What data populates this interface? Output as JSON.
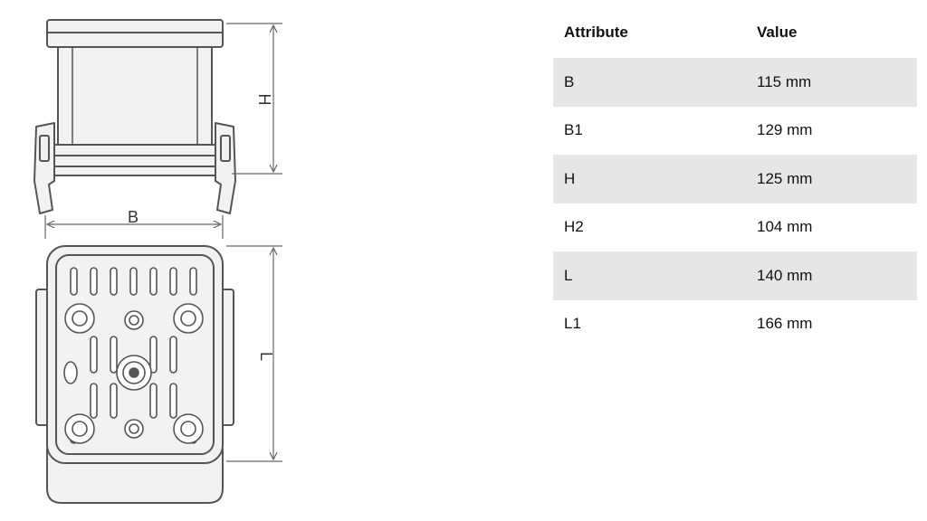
{
  "drawing": {
    "dimension_labels": {
      "width": "B",
      "height": "H",
      "length": "L"
    },
    "line_color": "#555555",
    "fill_color": "#f2f2f2"
  },
  "table": {
    "headers": {
      "attribute": "Attribute",
      "value": "Value"
    },
    "rows": [
      {
        "attribute": "B",
        "value": "115 mm"
      },
      {
        "attribute": "B1",
        "value": "129 mm"
      },
      {
        "attribute": "H",
        "value": "125 mm"
      },
      {
        "attribute": "H2",
        "value": "104 mm"
      },
      {
        "attribute": "L",
        "value": "140 mm"
      },
      {
        "attribute": "L1",
        "value": "166 mm"
      }
    ],
    "stripe_color": "#e6e6e6"
  }
}
